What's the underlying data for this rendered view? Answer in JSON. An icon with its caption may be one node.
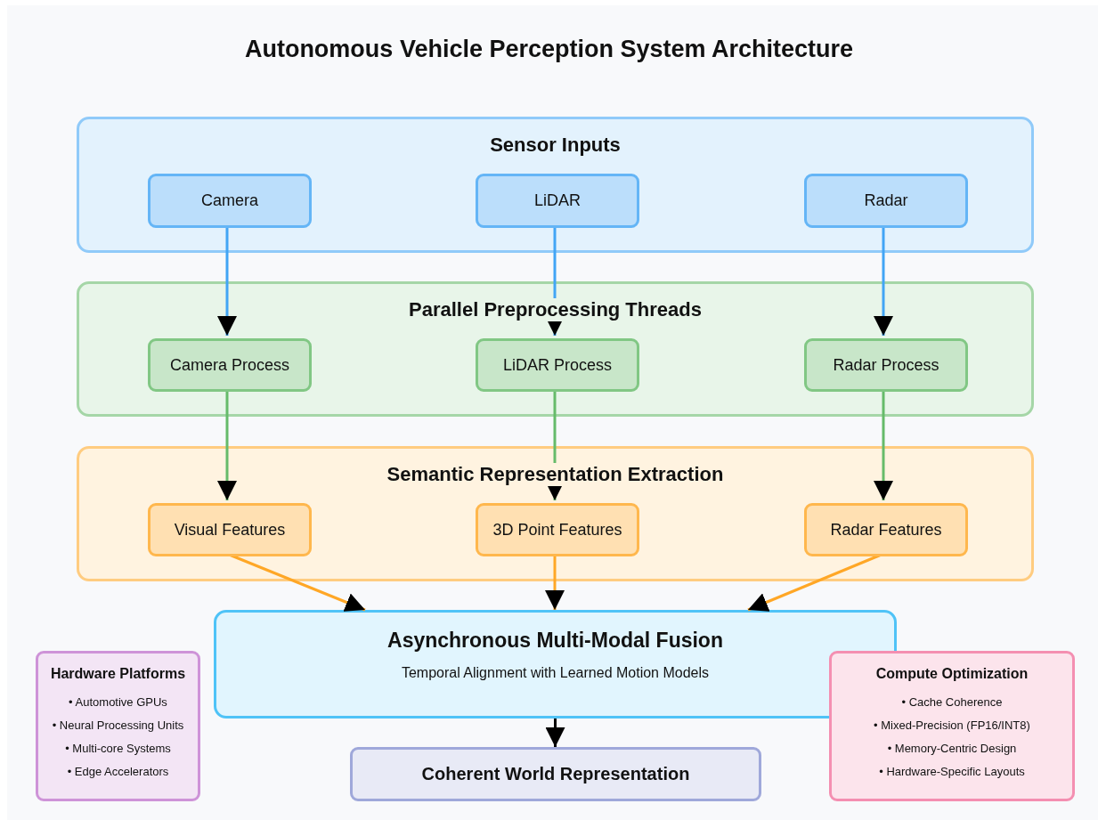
{
  "diagram": {
    "title": "Autonomous Vehicle Perception System Architecture",
    "nodes": [
      {
        "text": [
          "Sensor Inputs"
        ]
      },
      {
        "text": [
          "Camera"
        ],
        "in": 0
      },
      {
        "text": [
          "LiDAR"
        ],
        "in": 0
      },
      {
        "text": [
          "Radar"
        ],
        "in": 0
      },
      {
        "text": [
          "Parallel Preprocessing Threads"
        ]
      },
      {
        "text": [
          "Camera Process"
        ],
        "in": 4
      },
      {
        "text": [
          "LiDAR Process"
        ],
        "in": 4
      },
      {
        "text": [
          "Radar Process"
        ],
        "in": 4
      },
      {
        "text": [
          "Semantic Representation Extraction"
        ]
      },
      {
        "text": [
          "Visual Features"
        ],
        "in": 8
      },
      {
        "text": [
          "3D Point Features"
        ],
        "in": 8
      },
      {
        "text": [
          "Radar Features"
        ],
        "in": 8
      },
      {
        "text": [
          "Asynchronous Multi-Modal Fusion",
          "Temporal Alignment with Learned Motion Models"
        ]
      },
      {
        "text": [
          "Coherent World Representation"
        ]
      },
      {
        "text": [
          "Hardware Platforms",
          "• Automotive GPUs",
          "• Neural Processing Units",
          "• Multi-core Systems",
          "• Edge Accelerators"
        ]
      },
      {
        "text": [
          "Compute Optimization",
          "• Cache Coherence",
          "• Mixed-Precision (FP16/INT8)",
          "• Memory-Centric Design",
          "• Hardware-Specific Layouts"
        ]
      }
    ],
    "edges": [
      {
        "from": 1,
        "to": 5,
        "arrow": "to",
        "color": "#42a5f5"
      },
      {
        "from": 2,
        "to": 6,
        "arrow": "to",
        "color": "#42a5f5"
      },
      {
        "from": 3,
        "to": 7,
        "arrow": "to",
        "color": "#42a5f5"
      },
      {
        "from": 5,
        "to": 9,
        "arrow": "to",
        "color": "#66bb6a"
      },
      {
        "from": 6,
        "to": 10,
        "arrow": "to",
        "color": "#66bb6a"
      },
      {
        "from": 7,
        "to": 11,
        "arrow": "to",
        "color": "#66bb6a"
      },
      {
        "from": 9,
        "to": 12,
        "arrow": "to",
        "color": "#ffa726"
      },
      {
        "from": 10,
        "to": 12,
        "arrow": "to",
        "color": "#ffa726"
      },
      {
        "from": 11,
        "to": 12,
        "arrow": "to",
        "color": "#ffa726"
      },
      {
        "from": 12,
        "to": 13,
        "arrow": "to",
        "color": "#000000"
      }
    ]
  }
}
